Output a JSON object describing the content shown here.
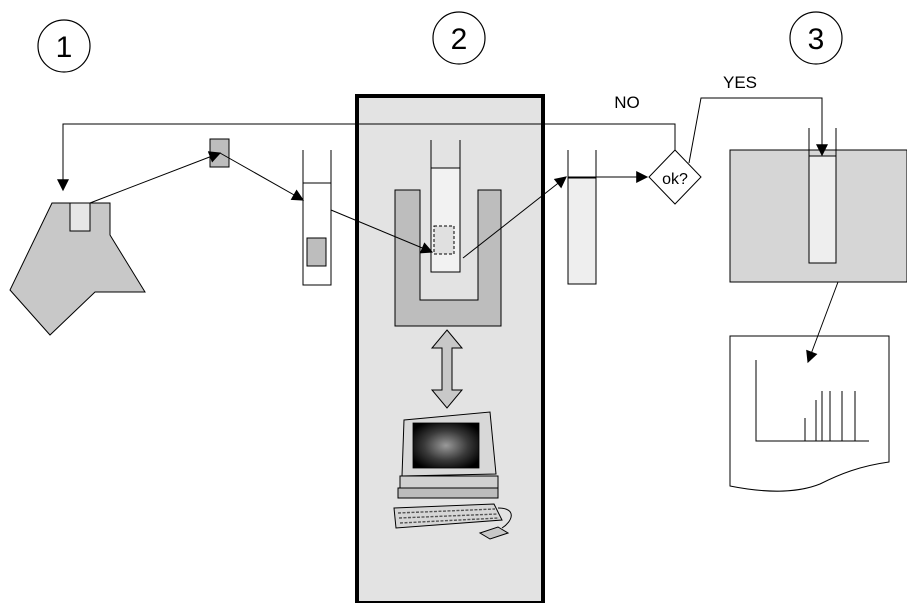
{
  "steps": {
    "step1": "1",
    "step2": "2",
    "step3": "3"
  },
  "decision": {
    "label": "ok?",
    "no_label": "NO",
    "yes_label": "YES"
  },
  "icons": {
    "sample_source": "funnel-holder-icon",
    "sample_piece": "sample-square-icon",
    "tube": "test-tube-icon",
    "measurement_chamber": "u-shaped-chamber-icon",
    "data_link": "double-arrow-icon",
    "computer": "desktop-computer-icon",
    "spectrum": "spectrum-document-icon"
  },
  "colors": {
    "box_fill": "#e3e3e3",
    "shape_fill": "#c8c8c8",
    "chamber_fill": "#bdbdbd",
    "tube_fill": "#eeeeee",
    "line": "#000000"
  }
}
